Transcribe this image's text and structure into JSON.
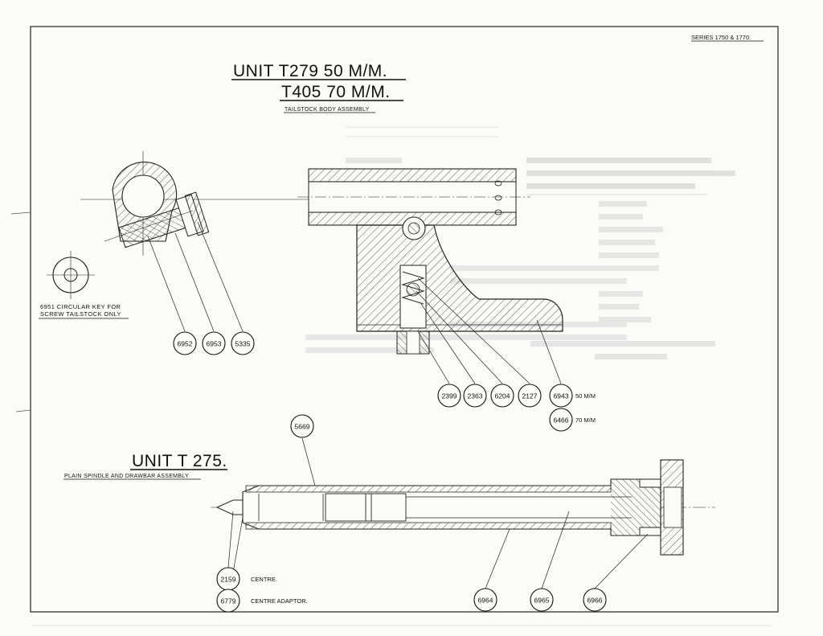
{
  "header": {
    "series": "SERIES 1750 & 1770."
  },
  "tailstock": {
    "title_line1": "UNIT   T279   50 M/M.",
    "title_line2": "T405   70 M/M.",
    "subtitle": "TAILSTOCK BODY ASSEMBLY",
    "key_note_line1": "6951  CIRCULAR KEY FOR",
    "key_note_line2": "SCREW TAILSTOCK ONLY",
    "balloons": [
      "6952",
      "6953",
      "5335",
      "2399",
      "2363",
      "6204",
      "2127",
      "6943",
      "6466"
    ],
    "size_notes": {
      "b6943": "50 M/M",
      "b6466": "70 M/M"
    }
  },
  "spindle": {
    "title": "UNIT   T 275.",
    "subtitle": "PLAIN SPINDLE AND DRAWBAR ASSEMBLY",
    "balloons": [
      "5669",
      "2159",
      "6779",
      "6964",
      "6965",
      "6966"
    ],
    "callouts": {
      "b2159": "CENTRE.",
      "b6779": "CENTRE ADAPTOR."
    }
  }
}
